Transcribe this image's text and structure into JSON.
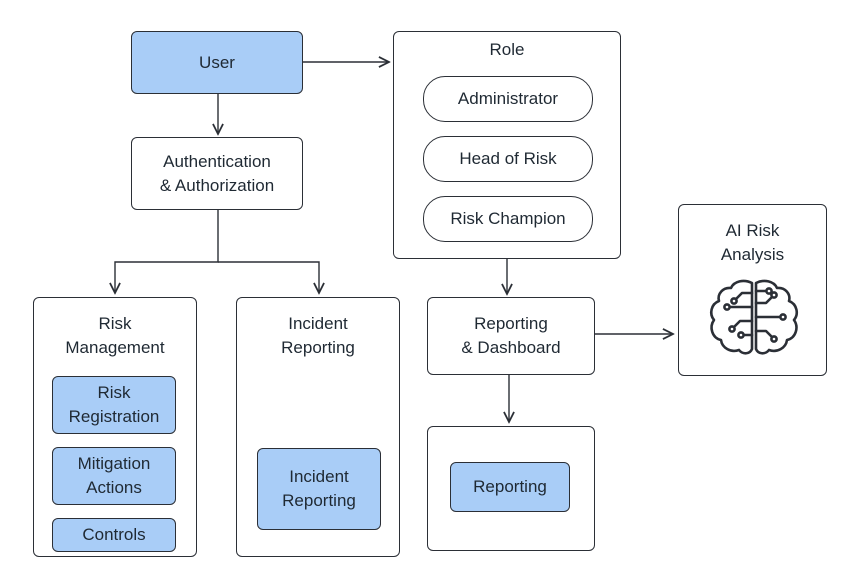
{
  "nodes": {
    "user": "User",
    "auth": "Authentication\n& Authorization",
    "role": {
      "title": "Role",
      "items": [
        "Administrator",
        "Head of Risk",
        "Risk Champion"
      ]
    },
    "risk_management": {
      "title": "Risk\nManagement",
      "items": [
        "Risk\nRegistration",
        "Mitigation\nActions",
        "Controls"
      ]
    },
    "incident_reporting": {
      "title": "Incident\nReporting",
      "item": "Incident\nReporting"
    },
    "reporting_dashboard": "Reporting\n& Dashboard",
    "reporting_container": {
      "item": "Reporting"
    },
    "ai_risk": {
      "title": "AI Risk\nAnalysis",
      "icon": "brain-circuit-icon"
    }
  },
  "colors": {
    "node_fill_highlight": "#a9cdf7",
    "stroke": "#2b2f36"
  }
}
